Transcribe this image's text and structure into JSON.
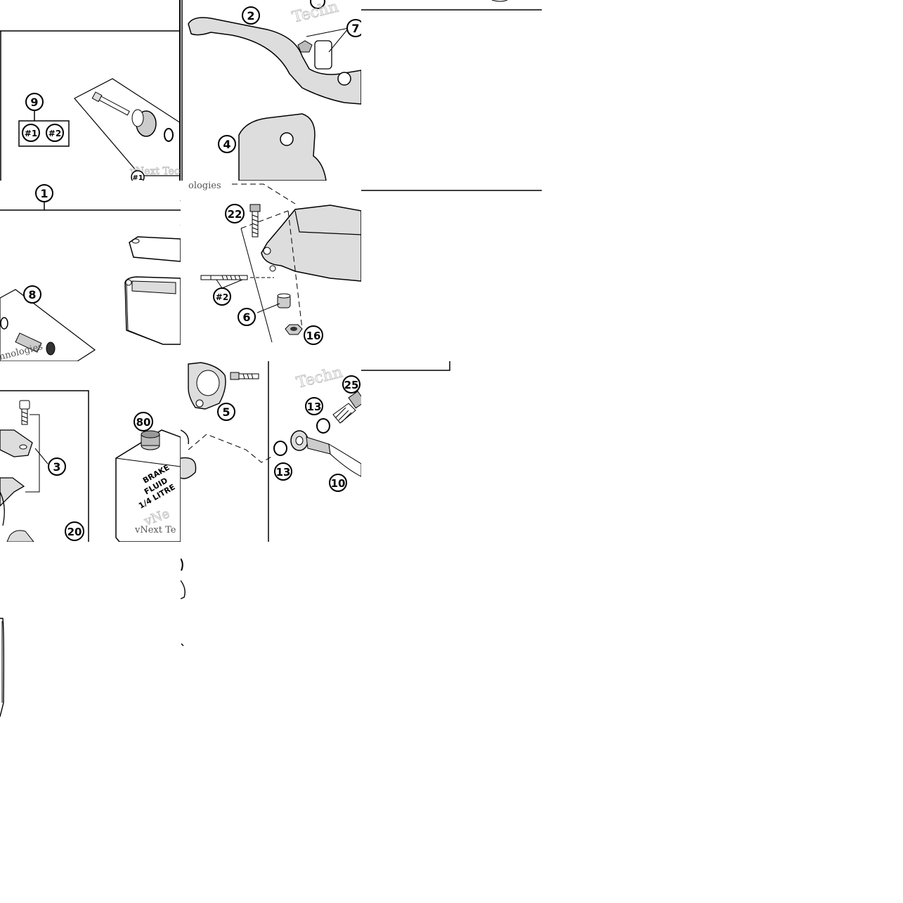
{
  "callouts": {
    "c1": "1",
    "c2": "2",
    "c3": "3",
    "c4": "4",
    "c5": "5",
    "c6": "6",
    "c7": "7",
    "c8": "8",
    "c9": "9",
    "c10": "10",
    "c13a": "13",
    "c13b": "13",
    "c16": "16",
    "c20": "20",
    "c22": "22",
    "c25": "25",
    "c80": "80",
    "s1": "#1",
    "s2": "#2",
    "s1b": "#1",
    "s2b": "#2"
  },
  "can_label": {
    "line1": "BRAKE",
    "line2": "FLUID",
    "line3": "1/4 LITRE"
  },
  "watermarks": {
    "w1": "Techn",
    "w2": "vNext Tec",
    "w3": "ologies",
    "w4": "Techn",
    "w5": "hnologies",
    "w6": "vNext Te",
    "w7": "vNe"
  }
}
